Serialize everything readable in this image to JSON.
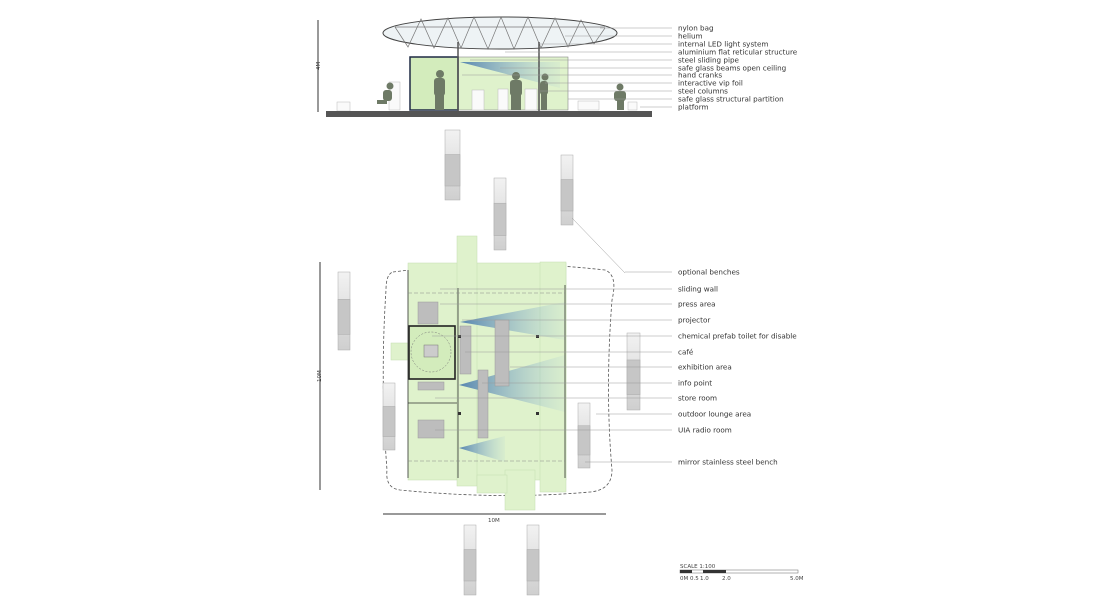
{
  "section": {
    "height_dimension": "4M",
    "labels": [
      "nylon bag",
      "helium",
      "internal LED light system",
      "aluminium flat reticular structure",
      "steel sliding pipe",
      "safe glass beams open ceiling",
      "hand cranks",
      "interactive vip foil",
      "steel columns",
      "safe glass structural partition",
      "platform"
    ]
  },
  "plan": {
    "height_dimension": "10M",
    "width_dimension": "10M",
    "labels": [
      "optional benches",
      "sliding wall",
      "press area",
      "projector",
      "chemical prefab toilet for disable",
      "café",
      "exhibition area",
      "info point",
      "store room",
      "outdoor lounge area",
      "UIA radio room",
      "mirror stainless steel bench"
    ]
  },
  "scale_bar": {
    "title": "SCALE 1:100",
    "ticks": [
      "0M",
      "0.5",
      "1.0",
      "2.0",
      "5.0M"
    ]
  },
  "colors": {
    "green": "#dff2cc",
    "blue": "#5a86b0",
    "line": "#333333",
    "bench": "#bdbdbd"
  }
}
